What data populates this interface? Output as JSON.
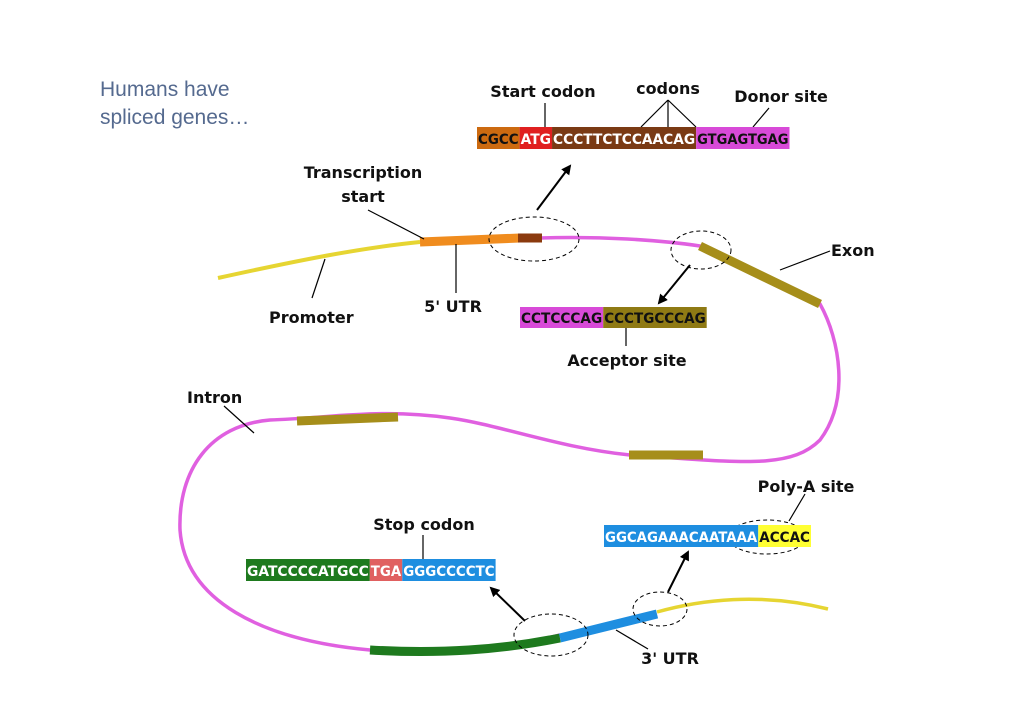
{
  "title": "Humans have\nspliced genes…",
  "colors": {
    "intron": "#e060e0",
    "promoter": "#e6d532",
    "utr5": "#f08c1e",
    "start_exon": "#8b3a0e",
    "exon": "#a68e1a",
    "stop_exon": "#1e7a1e",
    "utr3": "#1e8ee0",
    "polya": "#ffff33",
    "stop_codon": "#e06060"
  },
  "labels": {
    "start_codon": "Start codon",
    "codons": "codons",
    "donor_site": "Donor site",
    "transcription_start_1": "Transcription",
    "transcription_start_2": "start",
    "exon": "Exon",
    "promoter": "Promoter",
    "utr5": "5' UTR",
    "acceptor_site": "Acceptor site",
    "intron": "Intron",
    "polya_site": "Poly-A site",
    "stop_codon": "Stop codon",
    "utr3": "3' UTR"
  },
  "sequences": {
    "donor": [
      {
        "text": "CGCC",
        "color": "#cc6a10",
        "fg": "#111111"
      },
      {
        "text": "ATG",
        "color": "#e02020",
        "fg": "#ffffff"
      },
      {
        "text": "CCCTTCTCCAACAG",
        "color": "#7a3a14",
        "fg": "#ffffff"
      },
      {
        "text": "GTGAGTGAG",
        "color": "#d84ad8",
        "fg": "#111111"
      }
    ],
    "acceptor": [
      {
        "text": "CCTCCCAG",
        "color": "#d84ad8",
        "fg": "#111111"
      },
      {
        "text": "CCCTGCCCAG",
        "color": "#8f7a14",
        "fg": "#111111"
      }
    ],
    "polya": [
      {
        "text": "GGCAGAAACAATAAA",
        "color": "#1e8ee0",
        "fg": "#ffffff"
      },
      {
        "text": "ACCAC",
        "color": "#ffff33",
        "fg": "#111111"
      }
    ],
    "stop": [
      {
        "text": "GATCCCCATGCC",
        "color": "#1e7a1e",
        "fg": "#ffffff"
      },
      {
        "text": "TGA",
        "color": "#e06060",
        "fg": "#ffffff"
      },
      {
        "text": "GGGCCCCTC",
        "color": "#1e8ee0",
        "fg": "#ffffff"
      }
    ]
  }
}
